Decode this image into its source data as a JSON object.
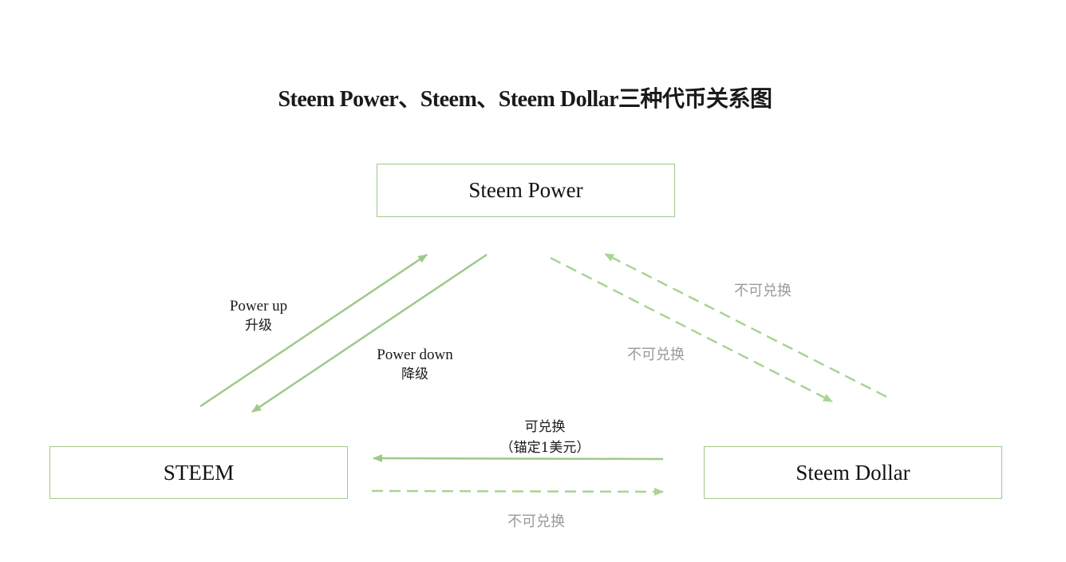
{
  "title": "Steem Power、Steem、Steem Dollar三种代币关系图",
  "nodes": {
    "steem_power": "Steem Power",
    "steem": "STEEM",
    "steem_dollar": "Steem Dollar"
  },
  "edges": {
    "power_up": {
      "en": "Power up",
      "zh": "升级"
    },
    "power_down": {
      "en": "Power down",
      "zh": "降级"
    },
    "sp_to_sd": "不可兑换",
    "sd_to_sp": "不可兑换",
    "sd_to_steem": {
      "line1": "可兑换",
      "line2": "（锚定1美元）"
    },
    "steem_to_sd": "不可兑换"
  },
  "colors": {
    "solid_arrow": "#9fc98a",
    "dashed_arrow": "#a9d494",
    "box_border": "#9fc98a",
    "gray_label": "#9a9a9a"
  }
}
